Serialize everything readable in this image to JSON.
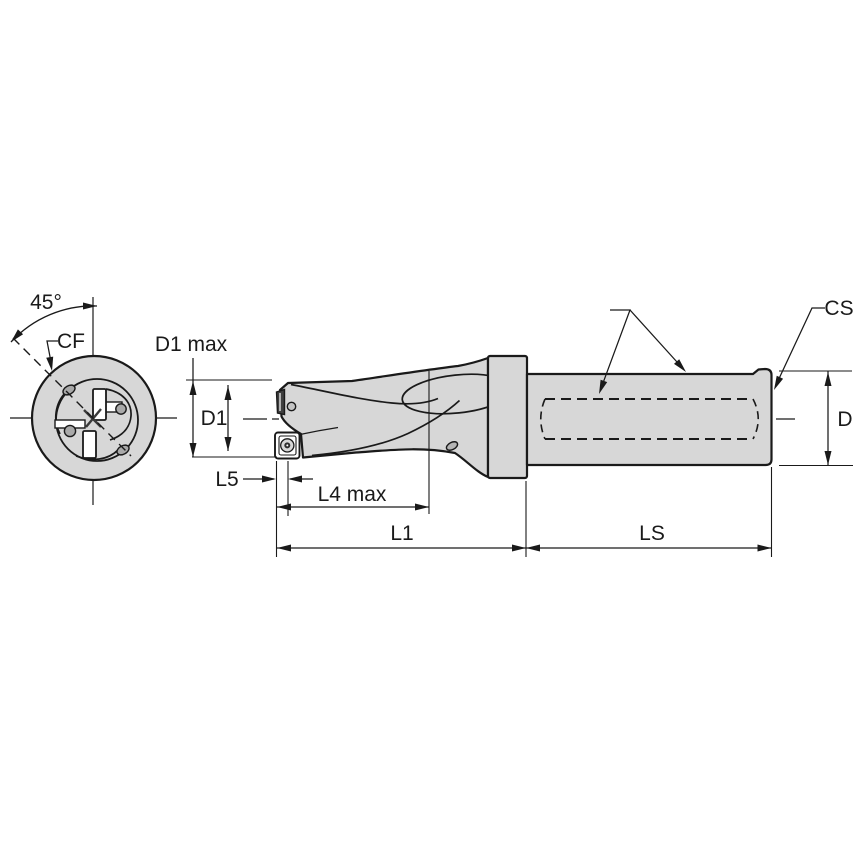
{
  "labels": {
    "angle": "45°",
    "chamfer_front": "CF",
    "d1_max": "D1 max",
    "d1": "D1",
    "l5": "L5",
    "l4_max": "L4 max",
    "l1": "L1",
    "ls": "LS",
    "shank_chamfer": "CS",
    "shank_diameter": "D"
  },
  "colors": {
    "line": "#1a1a1a",
    "body_fill": "#d7d7d7",
    "hole_fill": "#a9a9a9",
    "background": "#ffffff"
  }
}
